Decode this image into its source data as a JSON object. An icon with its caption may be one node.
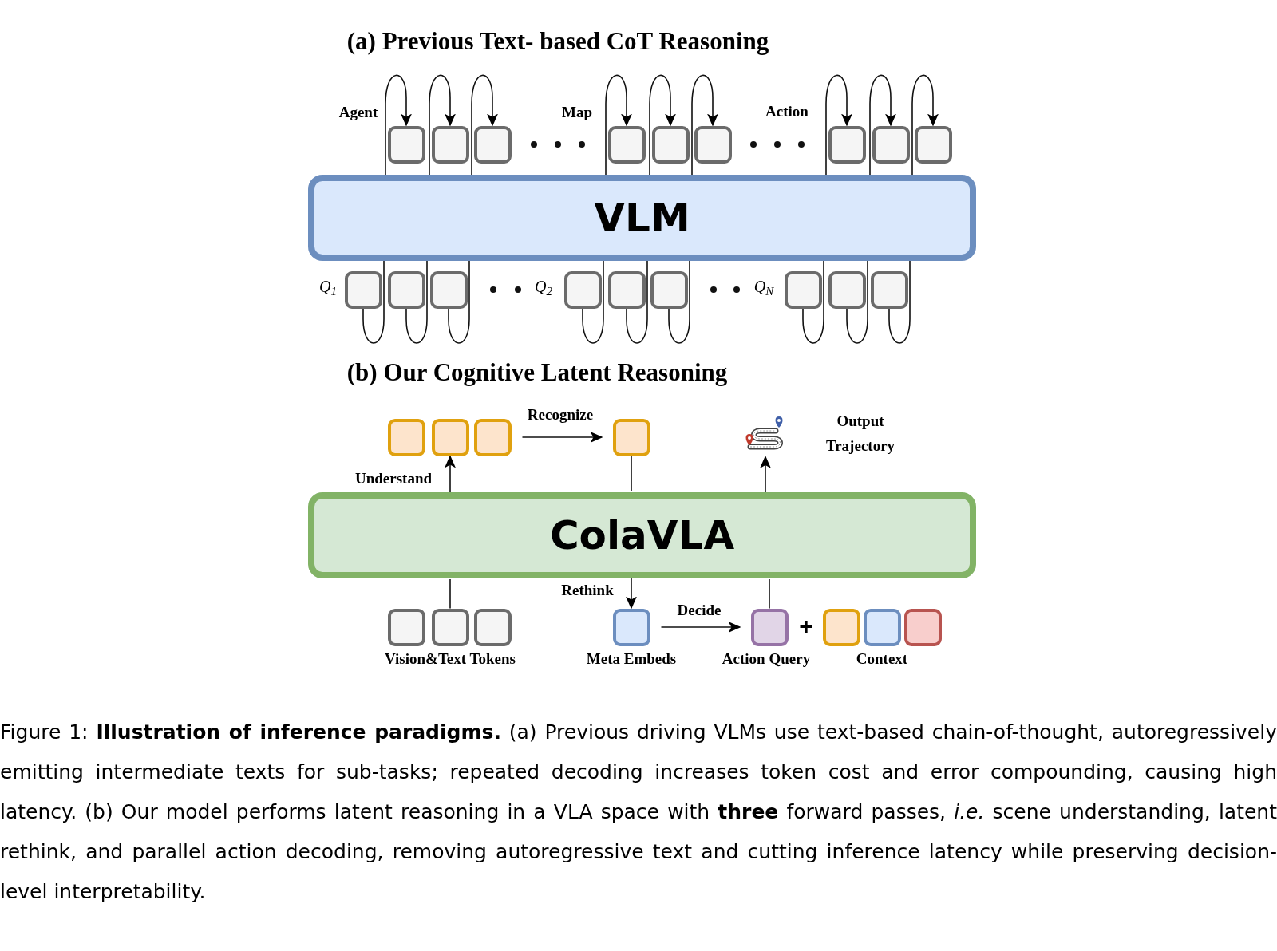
{
  "diagram": {
    "caption": "Figure 1: **Illustration of inference paradigms.** (a) Previous driving VLMs use text-based chain-of-thought, autoregressively emitting intermediate texts for sub-tasks; repeated decoding increases token cost and error compounding, causing high latency. (b) Our model performs latent reasoning in a VLA space with **three** forward passes, *i.e.* scene understanding, latent rethink, and parallel action decoding, removing autoregressive text and cutting inference latency while preserving decision-level interpretability.",
    "nodes": [
      {
        "text": [],
        "shape": "box"
      },
      {
        "text": [],
        "shape": "box"
      },
      {
        "text": [],
        "shape": "box"
      },
      {
        "text": [],
        "shape": "box"
      },
      {
        "text": [],
        "shape": "box"
      },
      {
        "text": [],
        "shape": "box"
      },
      {
        "text": [],
        "shape": "box"
      },
      {
        "text": [],
        "shape": "box"
      },
      {
        "text": [],
        "shape": "box"
      },
      {
        "text": [
          "VLM"
        ]
      },
      {
        "text": [],
        "shape": "box"
      },
      {
        "text": [],
        "shape": "box"
      },
      {
        "text": [],
        "shape": "box"
      },
      {
        "text": [],
        "shape": "box"
      },
      {
        "text": [],
        "shape": "box"
      },
      {
        "text": [],
        "shape": "box"
      },
      {
        "text": [],
        "shape": "box"
      },
      {
        "text": [],
        "shape": "box"
      },
      {
        "text": [],
        "shape": "box"
      },
      {
        "text": [],
        "shape": "box"
      },
      {
        "text": [],
        "shape": "box"
      },
      {
        "text": [],
        "shape": "box"
      },
      {
        "text": [],
        "shape": "box"
      },
      {
        "text": [],
        "shape": "picture",
        "beside": [
          "Output Trajectory"
        ]
      },
      {
        "text": [
          "ColaVLA"
        ]
      },
      {
        "text": [],
        "shape": "box"
      },
      {
        "text": [],
        "shape": "box"
      },
      {
        "text": [],
        "shape": "box"
      },
      {
        "text": [],
        "shape": "box"
      },
      {
        "text": [],
        "shape": "box"
      },
      {
        "text": [],
        "shape": "box"
      },
      {
        "text": [],
        "shape": "box"
      },
      {
        "text": [],
        "shape": "box"
      }
    ],
    "edges": [
      {
        "from": 9,
        "to": 0,
        "arrow": "to"
      },
      {
        "from": 9,
        "to": 1,
        "arrow": "to"
      },
      {
        "from": 9,
        "to": 2,
        "arrow": "to"
      },
      {
        "from": 9,
        "to": 3,
        "arrow": "to"
      },
      {
        "from": 9,
        "to": 4,
        "arrow": "to"
      },
      {
        "from": 9,
        "to": 5,
        "arrow": "to"
      },
      {
        "from": 9,
        "to": 6,
        "arrow": "to"
      },
      {
        "from": 9,
        "to": 7,
        "arrow": "to"
      },
      {
        "from": 9,
        "to": 8,
        "arrow": "to"
      },
      {
        "from": 10,
        "to": 9,
        "arrow": "none"
      },
      {
        "from": 11,
        "to": 9,
        "arrow": "none"
      },
      {
        "from": 12,
        "to": 9,
        "arrow": "none"
      },
      {
        "from": 13,
        "to": 9,
        "arrow": "none"
      },
      {
        "from": 14,
        "to": 9,
        "arrow": "none"
      },
      {
        "from": 15,
        "to": 9,
        "arrow": "none"
      },
      {
        "from": 16,
        "to": 9,
        "arrow": "none"
      },
      {
        "from": 17,
        "to": 9,
        "arrow": "none"
      },
      {
        "from": 18,
        "to": 9,
        "arrow": "none"
      },
      {
        "from": 24,
        "to": 20,
        "arrow": "to",
        "label": "Understand"
      },
      {
        "from": 21,
        "to": 22,
        "arrow": "to",
        "label": "Recognize"
      },
      {
        "from": 22,
        "to": 24,
        "arrow": "none"
      },
      {
        "from": 24,
        "to": 23,
        "arrow": "to"
      },
      {
        "from": 26,
        "to": 24,
        "arrow": "none"
      },
      {
        "from": 24,
        "to": 28,
        "arrow": "to",
        "label": "Rethink"
      },
      {
        "from": 28,
        "to": 29,
        "arrow": "to",
        "label": "Decide"
      },
      {
        "from": 29,
        "to": 24,
        "arrow": "none"
      }
    ],
    "labels": [
      "(a) Previous Text- based CoT Reasoning",
      "Agent",
      "Map",
      "Action",
      "Q$_{1}$",
      "Q$_{2}$",
      "Q$_{N}$",
      "(b) Our Cognitive Latent Reasoning",
      "+",
      "Vision&Text Tokens",
      "Meta Embeds",
      "Action Query",
      "Context"
    ]
  }
}
